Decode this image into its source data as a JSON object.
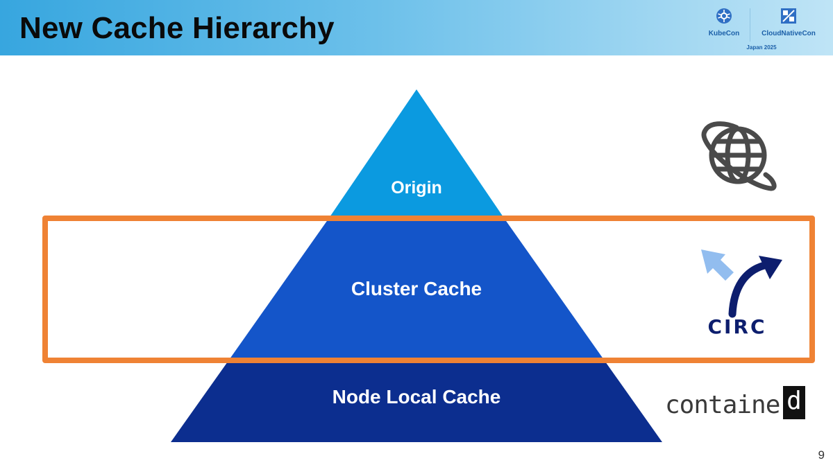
{
  "header": {
    "title": "New Cache Hierarchy",
    "event_logo": {
      "kubecon": "KubeCon",
      "cloudnativecon": "CloudNativeCon",
      "edition": "Japan 2025"
    }
  },
  "pyramid": {
    "tiers": [
      {
        "label": "Origin",
        "color": "#0b9ae0"
      },
      {
        "label": "Cluster Cache",
        "color": "#1455c9"
      },
      {
        "label": "Node Local Cache",
        "color": "#0c2e8f"
      }
    ],
    "highlight_color": "#ef8234"
  },
  "icons": {
    "origin": "globe-icon",
    "cluster": "circ-logo",
    "node": "containerd-logo"
  },
  "logos": {
    "circ_text": "CIRC",
    "containerd_text": "container",
    "containerd_d": "d"
  },
  "footer": {
    "page_number": "9"
  }
}
